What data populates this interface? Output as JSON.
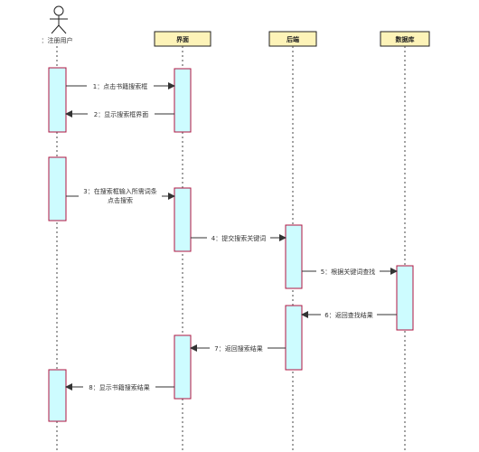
{
  "participants": [
    {
      "id": "user",
      "label": "：注册用户",
      "kind": "actor"
    },
    {
      "id": "ui",
      "label": "界面",
      "kind": "box"
    },
    {
      "id": "backend",
      "label": "后端",
      "kind": "box"
    },
    {
      "id": "db",
      "label": "数据库",
      "kind": "box"
    }
  ],
  "messages": [
    {
      "from": "user",
      "to": "ui",
      "lines": [
        "1：点击书籍搜索框"
      ],
      "style": "solid"
    },
    {
      "from": "ui",
      "to": "user",
      "lines": [
        "2：显示搜索框界面"
      ],
      "style": "solid"
    },
    {
      "from": "user",
      "to": "ui",
      "lines": [
        "3：在搜索框输入所需词条",
        "点击搜索"
      ],
      "style": "solid"
    },
    {
      "from": "ui",
      "to": "backend",
      "lines": [
        "4：提交搜索关键词"
      ],
      "style": "solid"
    },
    {
      "from": "backend",
      "to": "db",
      "lines": [
        "5：根据关键词查找"
      ],
      "style": "solid"
    },
    {
      "from": "db",
      "to": "backend",
      "lines": [
        "6：返回查找结果"
      ],
      "style": "solid"
    },
    {
      "from": "backend",
      "to": "ui",
      "lines": [
        "7：返回搜索结果"
      ],
      "style": "solid"
    },
    {
      "from": "ui",
      "to": "user",
      "lines": [
        "8：显示书籍搜索结果"
      ],
      "style": "solid"
    }
  ],
  "colors": {
    "header_fill": "#fdf3b8",
    "header_stroke": "#222222",
    "activation_fill": "#cdfcff",
    "activation_stroke": "#b01440",
    "lifeline": "#444444",
    "arrow": "#333333"
  }
}
